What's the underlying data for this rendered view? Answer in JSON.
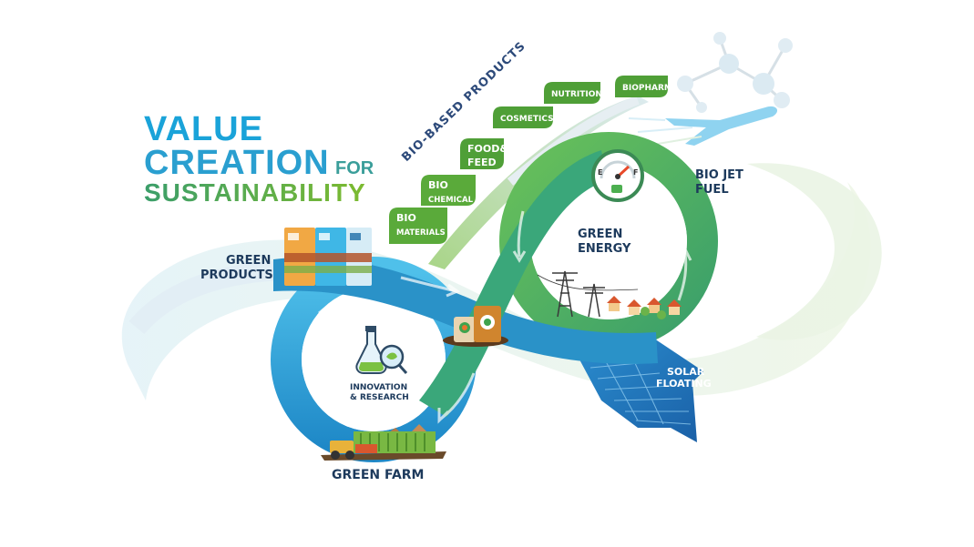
{
  "title": {
    "line1": "VALUE",
    "line2a": "CREATION",
    "line2b": "FOR",
    "line3": "SUSTAINABILITY"
  },
  "bio_based": {
    "arc_label": "BIO-BASED PRODUCTS",
    "tags": [
      {
        "line1": "BIO",
        "line2": "MATERIALS"
      },
      {
        "line1": "BIO",
        "line2": "CHEMICAL"
      },
      {
        "line1": "FOOD&",
        "line2": "FEED"
      },
      {
        "line1": "COSMETICS",
        "line2": ""
      },
      {
        "line1": "NUTRITION",
        "line2": ""
      },
      {
        "line1": "BIOPHARMA",
        "line2": ""
      }
    ]
  },
  "labels": {
    "green_products_1": "GREEN",
    "green_products_2": "PRODUCTS",
    "innovation_1": "INNOVATION",
    "innovation_2": "& RESEARCH",
    "green_farm": "GREEN FARM",
    "green_energy_1": "GREEN",
    "green_energy_2": "ENERGY",
    "bio_jet_1": "BIO JET",
    "bio_jet_2": "FUEL",
    "solar_1": "SOLAR",
    "solar_2": "FLOATING",
    "gauge_e": "E",
    "gauge_f": "F"
  },
  "colors": {
    "title_blue": "#1aa3d9",
    "title_green": "#5aa832",
    "loop_blue": "#29a9e0",
    "loop_green": "#4fb04c",
    "label_navy": "#1d3a5c",
    "tag_green": "#5aaa3a"
  }
}
